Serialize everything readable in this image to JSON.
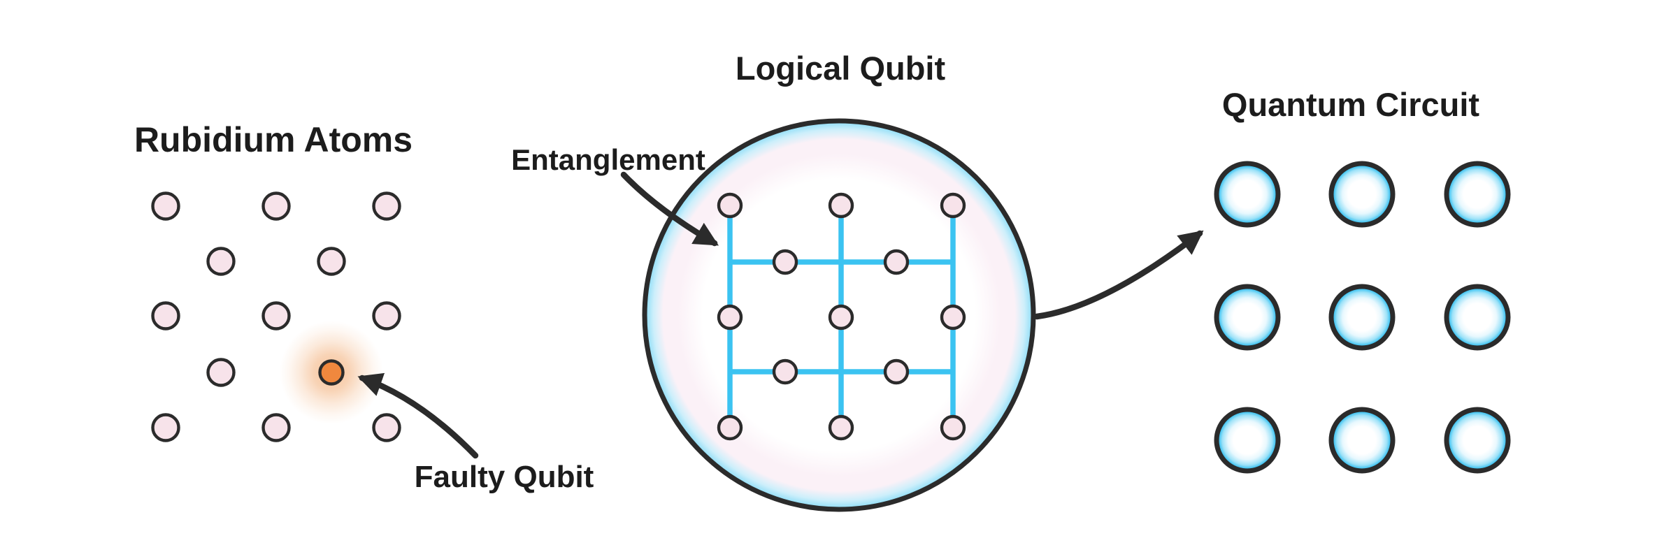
{
  "labels": {
    "rubidium_title": "Rubidium Atoms",
    "faulty": "Faulty Qubit",
    "logical_title": "Logical Qubit",
    "entanglement": "Entanglement",
    "quantum_title": "Quantum Circuit"
  },
  "panels": [
    {
      "title": "Rubidium Atoms",
      "atom_count": 13,
      "faulty_atom_count": 1,
      "lattice_pattern": "3-2-3-2-3",
      "annotation": "Faulty Qubit"
    },
    {
      "title": "Logical Qubit",
      "atom_count": 13,
      "lattice_pattern": "3-2-3-2-3",
      "entanglement_links": {
        "vertical": 3,
        "horizontal": 2
      },
      "annotation": "Entanglement"
    },
    {
      "title": "Quantum Circuit",
      "qubit_count": 9,
      "grid": "3x3"
    }
  ],
  "colors": {
    "background": "#FFFFFF",
    "ink": "#2B2B2B",
    "text": "#1C1C1C",
    "atom-pink": "#F7E3EA",
    "faulty-orange": "#F0883E",
    "glow-orange": "#EE9248",
    "entangle-blue": "#3BC3F1",
    "qubit-cyan": "#2CBCEF",
    "qubit-cyan-soft": "#9DE2F8",
    "bubble-cyan": "#8FDDF6",
    "bubble-pink": "#FBF1F7"
  }
}
